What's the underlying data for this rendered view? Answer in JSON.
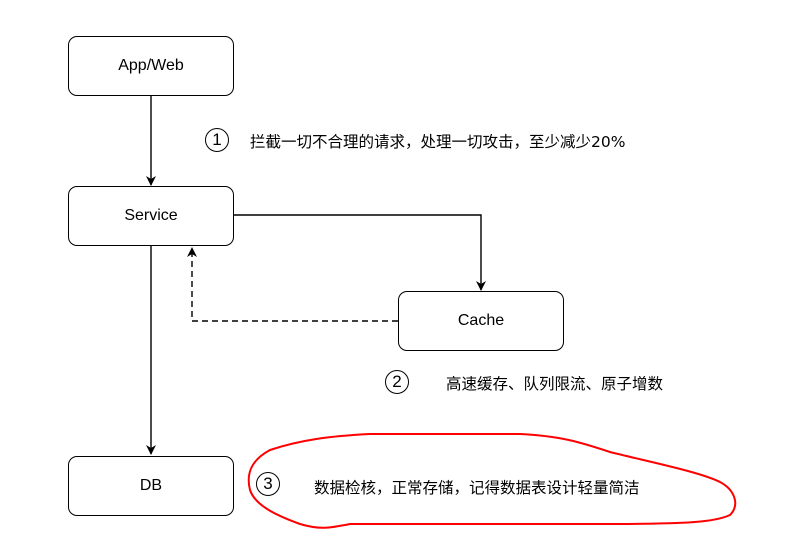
{
  "nodes": {
    "app": {
      "label": "App/Web"
    },
    "service": {
      "label": "Service"
    },
    "cache": {
      "label": "Cache"
    },
    "db": {
      "label": "DB"
    }
  },
  "notes": [
    {
      "number": "1",
      "text": "拦截一切不合理的请求，处理一切攻击，至少减少20%"
    },
    {
      "number": "2",
      "text": "高速缓存、队列限流、原子增数"
    },
    {
      "number": "3",
      "text": "数据检核，正常存储，记得数据表设计轻量简洁"
    }
  ],
  "edges": [
    {
      "from": "App/Web",
      "to": "Service",
      "style": "solid"
    },
    {
      "from": "Service",
      "to": "Cache",
      "style": "solid"
    },
    {
      "from": "Cache",
      "to": "Service",
      "style": "dashed"
    },
    {
      "from": "Service",
      "to": "DB",
      "style": "solid"
    }
  ],
  "colors": {
    "highlight": "#ff0000",
    "stroke": "#000000"
  }
}
